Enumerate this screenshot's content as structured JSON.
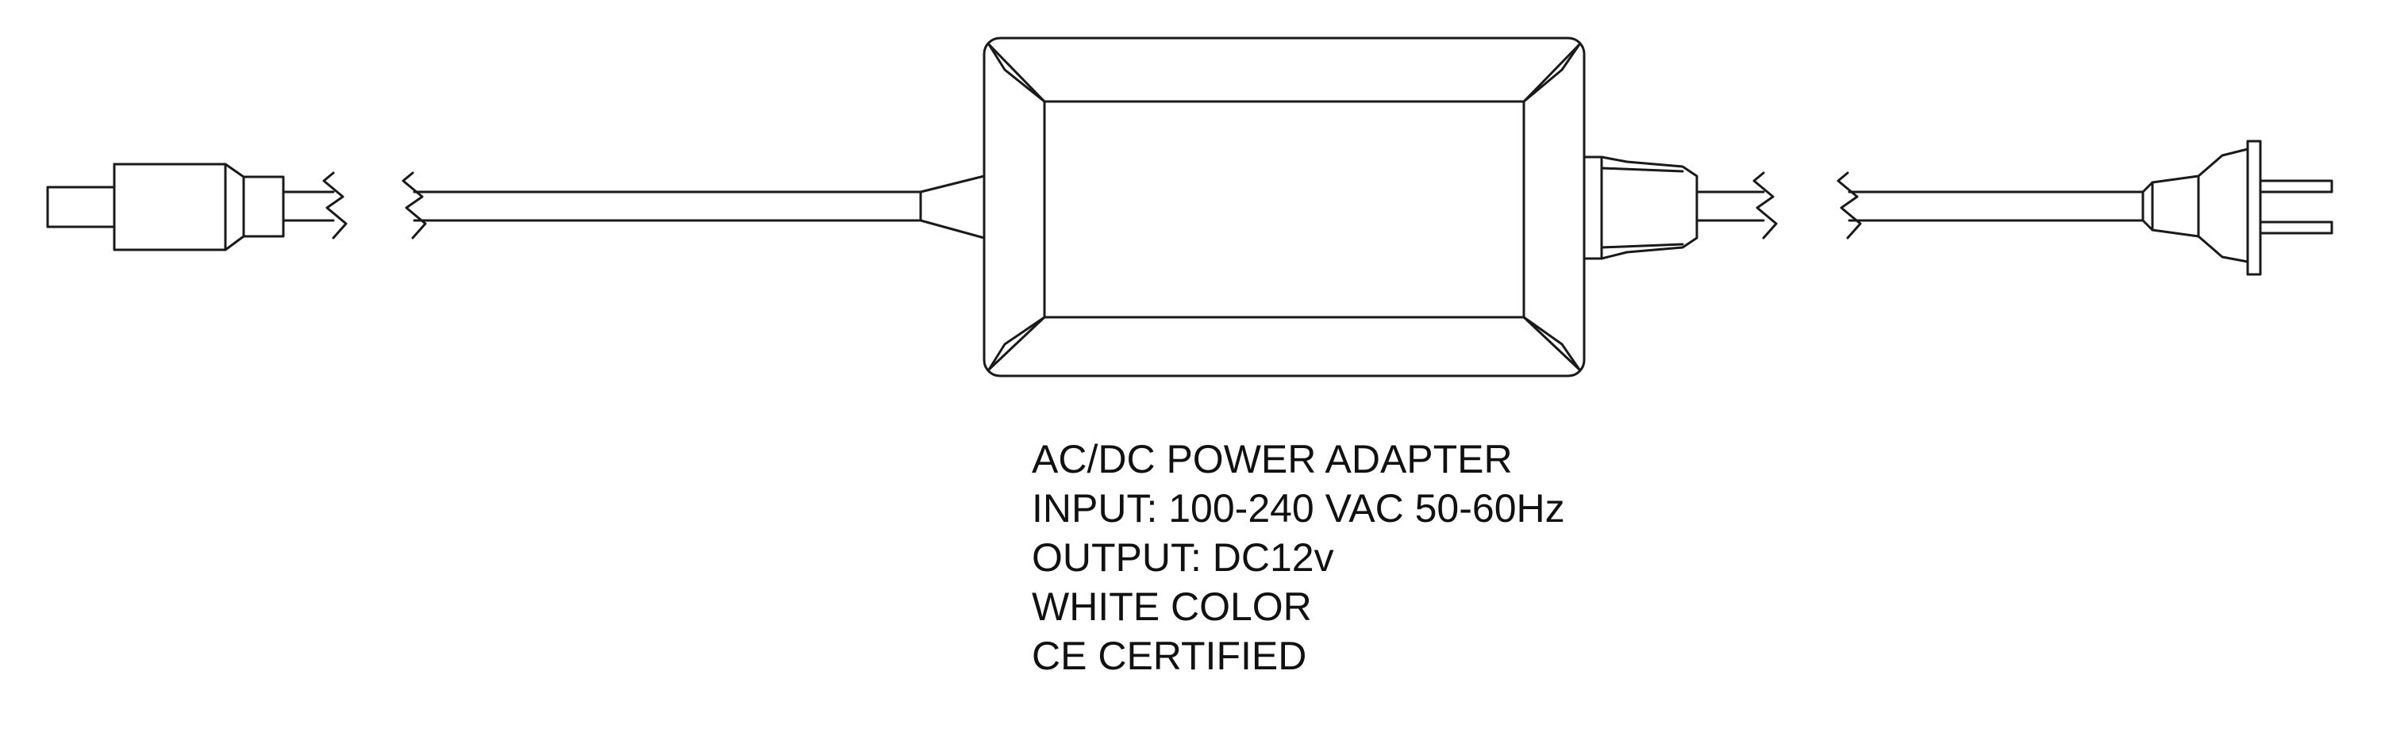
{
  "colors": {
    "line": "#1a1a1a",
    "background": "#ffffff",
    "text": "#111111"
  },
  "specs": {
    "lines": [
      "AC/DC POWER ADAPTER",
      "INPUT: 100-240 VAC 50-60Hz",
      "OUTPUT: DC12v",
      "WHITE COLOR",
      "CE CERTIFIED"
    ]
  }
}
